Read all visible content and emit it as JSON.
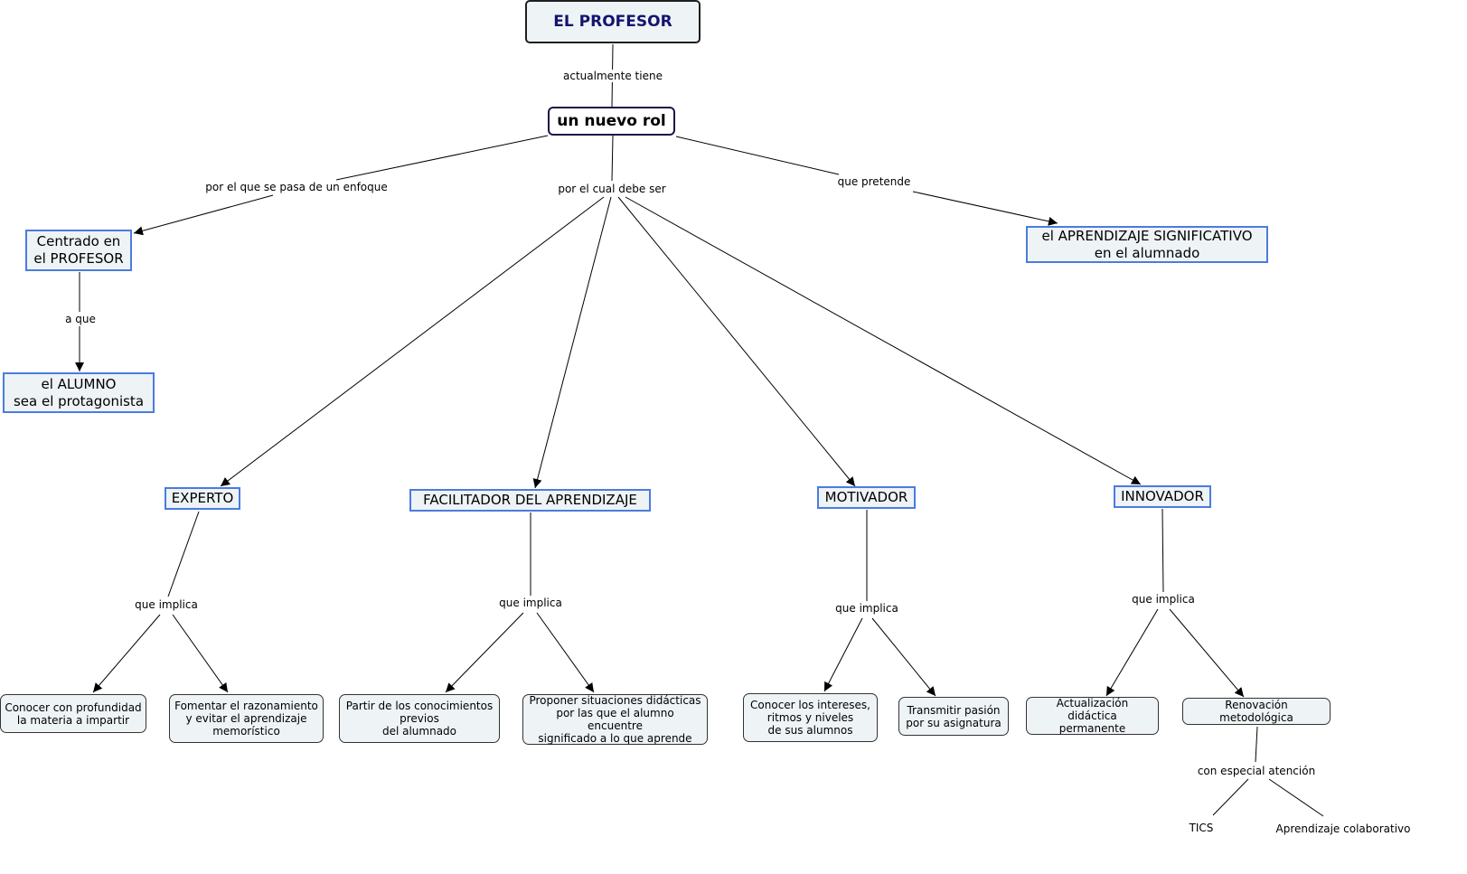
{
  "nodes": {
    "root": "EL PROFESOR",
    "main": "un nuevo rol",
    "centrado": "Centrado en\nel PROFESOR",
    "alumno": "el ALUMNO\nsea el protagonista",
    "aprendizaje": "el APRENDIZAJE SIGNIFICATIVO\nen el alumnado",
    "experto": "EXPERTO",
    "facilitador": "FACILITADOR DEL APRENDIZAJE",
    "motivador": "MOTIVADOR",
    "innovador": "INNOVADOR",
    "conocer_materia": "Conocer con profundidad\nla materia a impartir",
    "fomentar": "Fomentar el razonamiento\ny evitar el aprendizaje\nmemorístico",
    "partir": "Partir de los conocimientos\nprevios\ndel alumnado",
    "proponer": "Proponer situaciones didácticas\npor las que el alumno encuentre\nsignificado a lo que aprende",
    "conocer_intereses": "Conocer los intereses,\nritmos y niveles\nde sus alumnos",
    "transmitir": "Transmitir pasión\npor su asignatura",
    "actualizacion": "Actualización didáctica\npermanente",
    "renovacion": "Renovación metodológica",
    "tics": "TICS",
    "colaborativo": "Aprendizaje colaborativo"
  },
  "links": {
    "actualmente_tiene": "actualmente tiene",
    "por_el_que": "por el que se pasa de un enfoque",
    "por_el_cual": "por el cual debe ser",
    "que_pretende": "que pretende",
    "a_que": "a que",
    "que_implica": "que implica",
    "con_especial": "con especial atención"
  }
}
